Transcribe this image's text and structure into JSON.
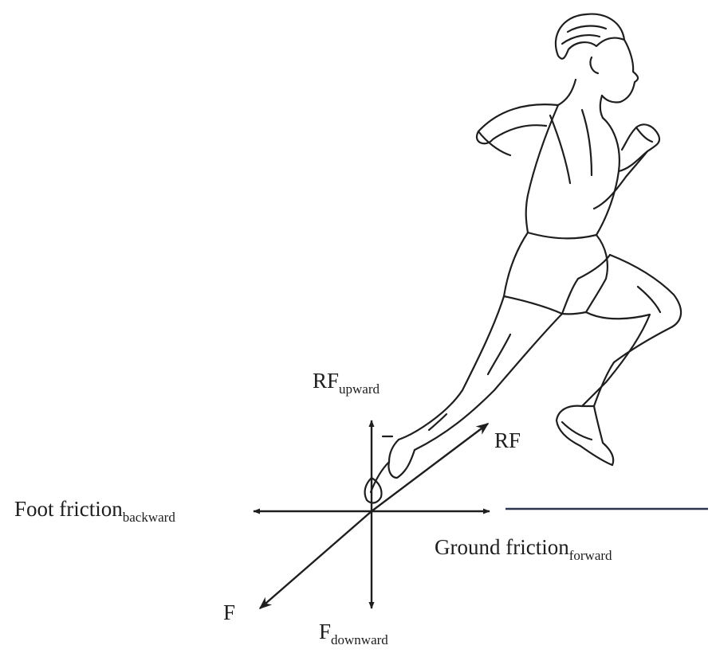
{
  "diagram": {
    "labels": {
      "rf_upward": {
        "main": "RF",
        "sub": "upward"
      },
      "rf": {
        "main": "RF",
        "sub": ""
      },
      "foot_friction": {
        "main": "Foot friction",
        "sub": "backward"
      },
      "ground_friction": {
        "main": "Ground friction",
        "sub": "forward"
      },
      "f": {
        "main": "F",
        "sub": ""
      },
      "f_downward": {
        "main": "F",
        "sub": "downward"
      }
    },
    "colors": {
      "ink": "#1e1e1e",
      "ground_line": "#2c3550"
    }
  }
}
